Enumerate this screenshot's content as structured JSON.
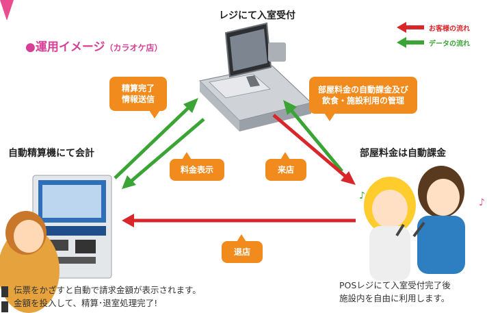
{
  "title": {
    "main": "●運用イメージ",
    "sub": "（カラオケ店）"
  },
  "labels": {
    "register": "レジにて入室受付",
    "kiosk": "自動精算機にて会計",
    "room": "部屋料金は自動課金"
  },
  "legend": {
    "customer_flow": "お客様の流れ",
    "data_flow": "データの流れ"
  },
  "bubbles": {
    "settlement": [
      "精算完了",
      "情報送信"
    ],
    "management": [
      "部屋料金の自動課金及び",
      "飲食・施設利用の管理"
    ],
    "fee_display": "料金表示",
    "arrival": "来店",
    "departure": "退店"
  },
  "notes": {
    "kiosk_line1": "伝票をかざすと自動で請求金額が表示されます。",
    "kiosk_line2": "金額を投入して、精算･退室処理完了!",
    "pos_line1": "POSレジにて入室受付完了後",
    "pos_line2": "施設内を自由に利用します。"
  },
  "colors": {
    "green": "#3aa535",
    "red": "#d9262a",
    "orange": "#f28b1e",
    "pink": "#d63f96"
  },
  "icons": [
    "pos-register-illustration",
    "kiosk-machine-illustration",
    "clerk-illustration",
    "karaoke-couple-illustration",
    "receipt-icon"
  ]
}
